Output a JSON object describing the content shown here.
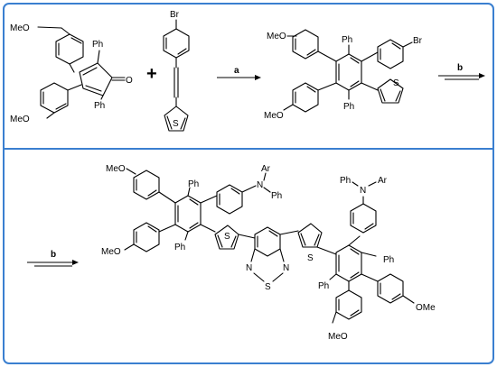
{
  "labels": {
    "meo": "MeO",
    "ome": "OMe",
    "ph": "Ph",
    "o": "O",
    "br": "Br",
    "s": "S",
    "n": "N",
    "ar": "Ar",
    "plus": "+",
    "step_a": "a",
    "step_b": "b"
  }
}
